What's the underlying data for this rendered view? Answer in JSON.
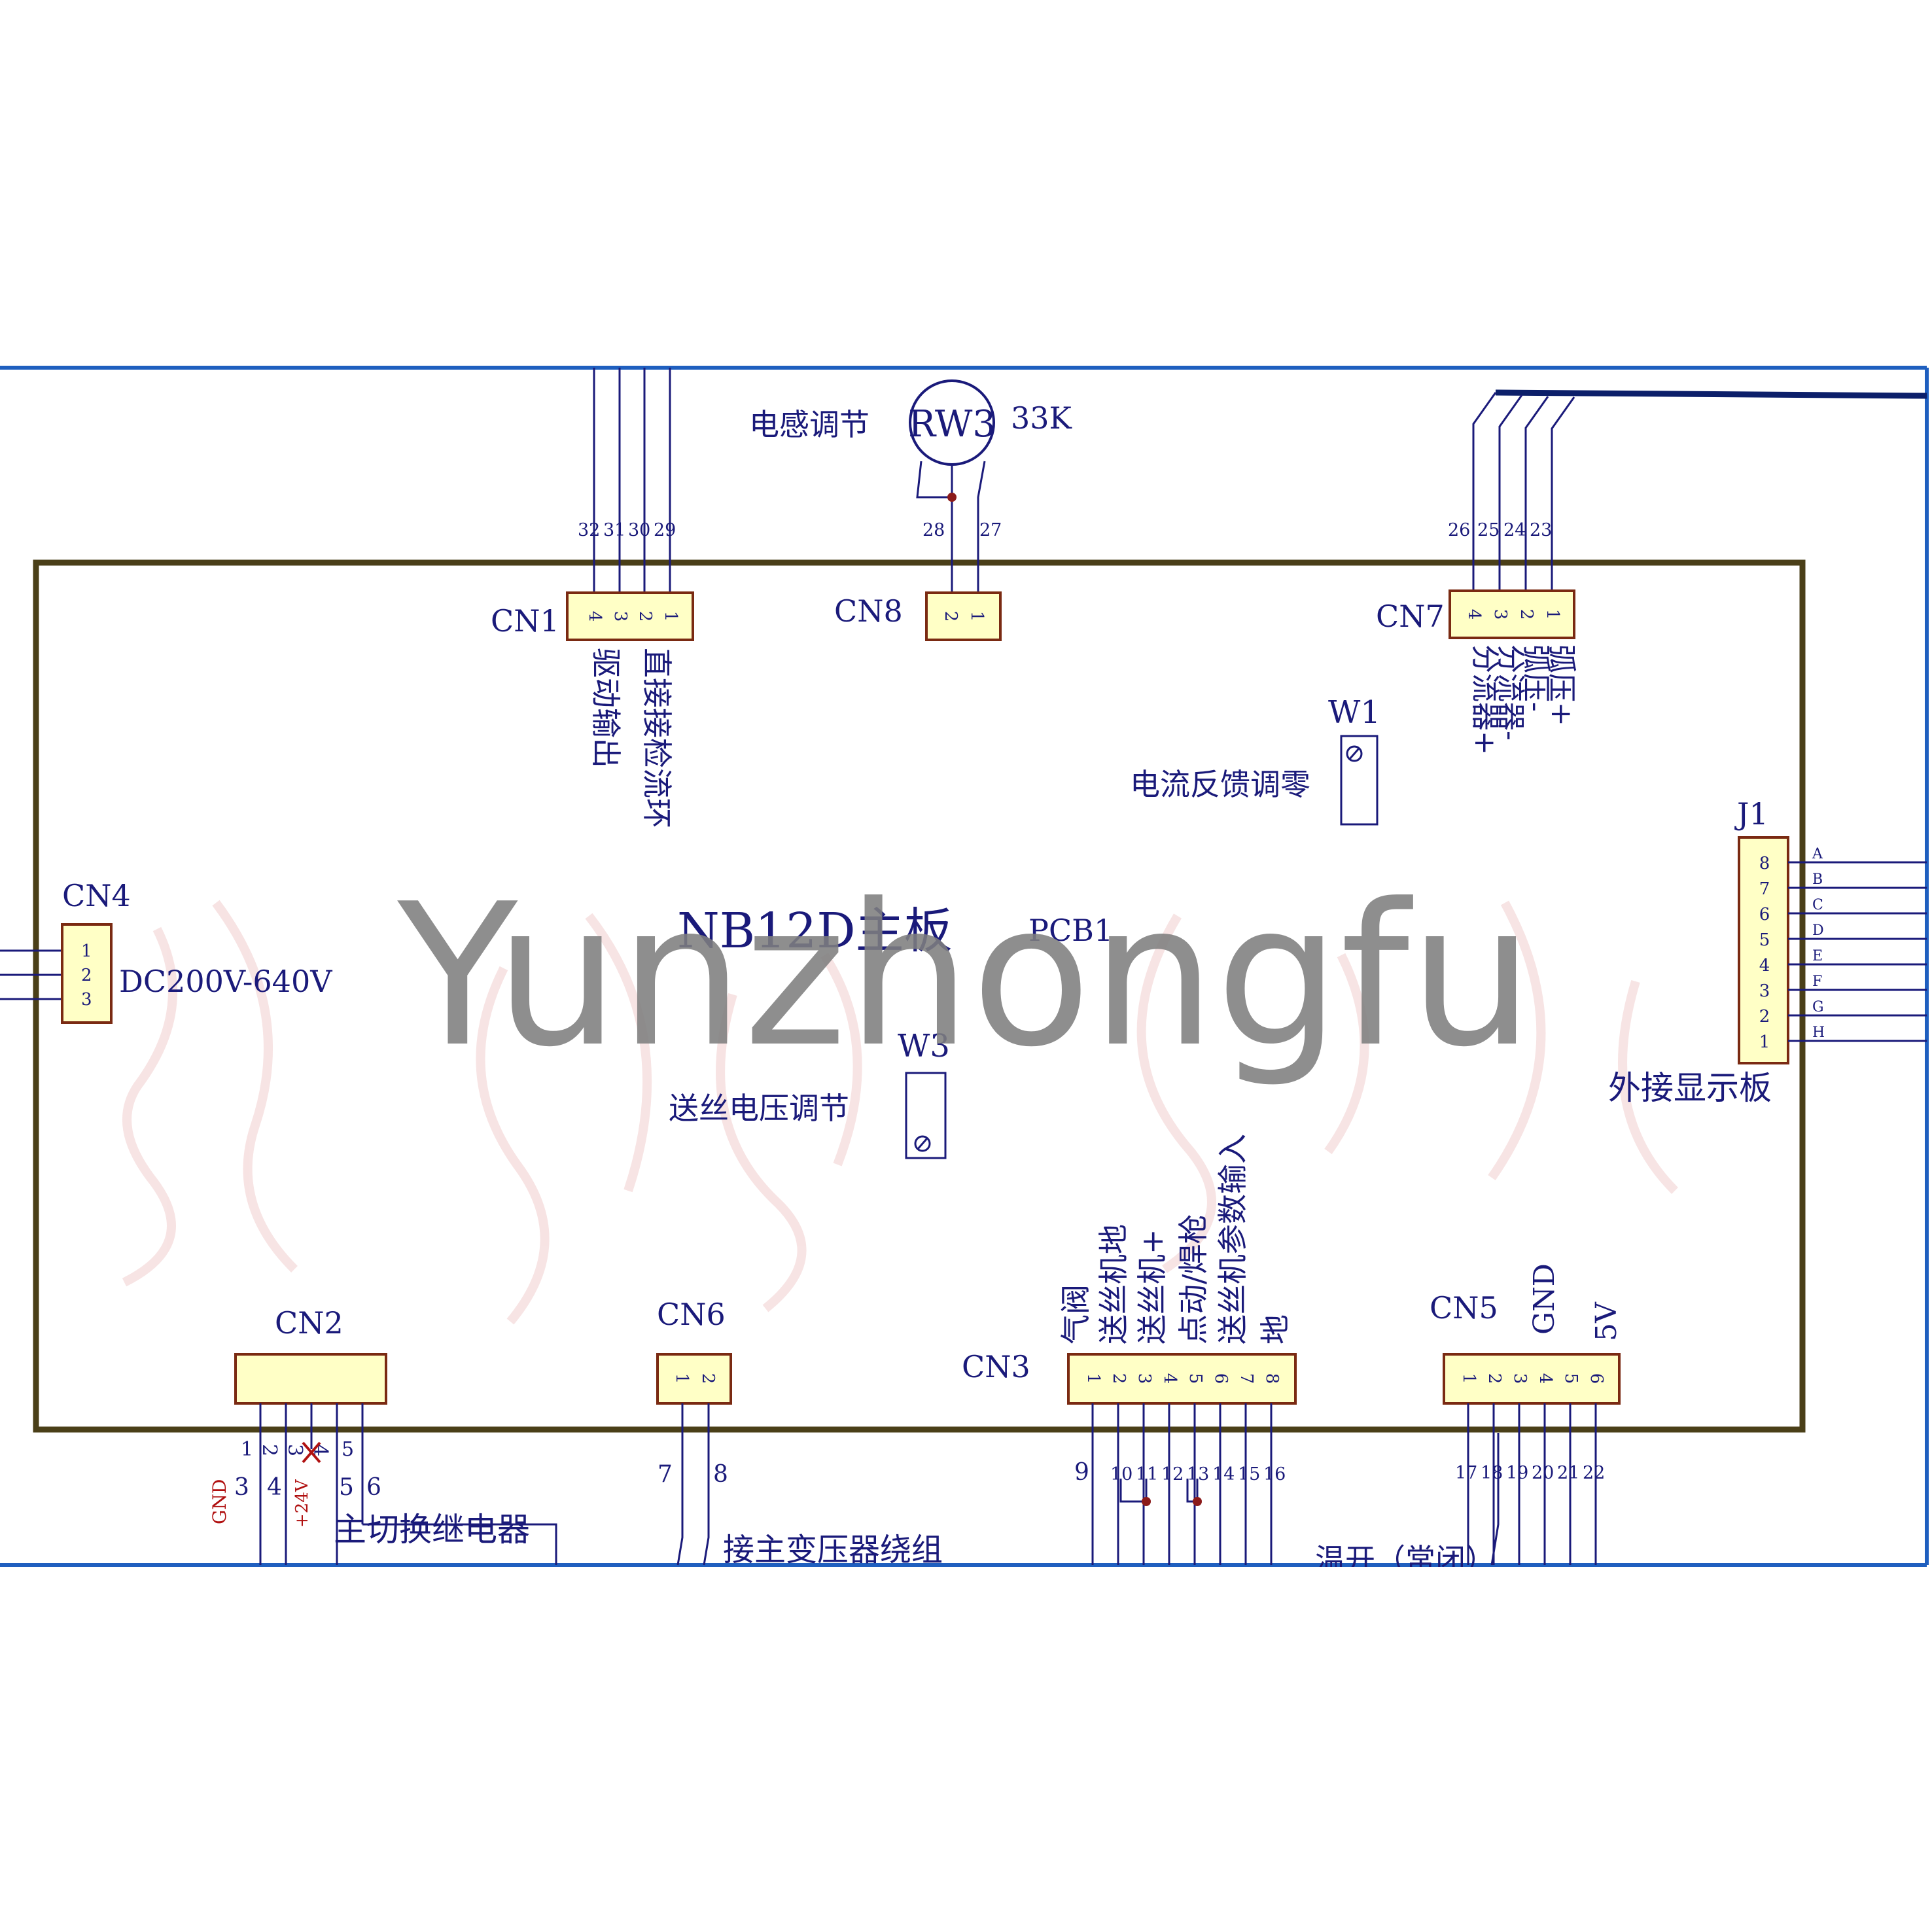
{
  "board": {
    "name": "NB12D主板",
    "ref": "PCB1"
  },
  "watermark": "Yunzhongfu",
  "rw3": {
    "ref": "RW3",
    "value": "33K",
    "function": "电感调节"
  },
  "trimmers": {
    "w1": {
      "ref": "W1",
      "function": "电流反馈调零"
    },
    "w3": {
      "ref": "W3",
      "function": "送丝电压调节"
    }
  },
  "connectors": {
    "cn1": {
      "ref": "CN1",
      "pins": [
        "4",
        "3",
        "2",
        "1"
      ],
      "wires": [
        "32",
        "31",
        "30",
        "29"
      ],
      "labels": [
        "驱动输出",
        "直接接检流环"
      ]
    },
    "cn8": {
      "ref": "CN8",
      "pins": [
        "2",
        "1"
      ],
      "wires": [
        "28",
        "27"
      ]
    },
    "cn7": {
      "ref": "CN7",
      "pins": [
        "4",
        "3",
        "2",
        "1"
      ],
      "wires": [
        "26",
        "25",
        "24",
        "23"
      ],
      "labels": [
        "弧压+",
        "弧压-",
        "分流器-",
        "分流器+"
      ]
    },
    "cn4": {
      "ref": "CN4",
      "pins": [
        "1",
        "2",
        "3"
      ],
      "label": "DC200V-640V"
    },
    "j1": {
      "ref": "J1",
      "pins": [
        "8",
        "7",
        "6",
        "5",
        "4",
        "3",
        "2",
        "1"
      ],
      "letters": [
        "A",
        "B",
        "C",
        "D",
        "E",
        "F",
        "G",
        "H"
      ],
      "label": "外接显示板"
    },
    "cn2": {
      "ref": "CN2",
      "pins": [
        "1",
        "2",
        "3",
        "4",
        "5"
      ],
      "wires": [
        "3",
        "4",
        "5",
        "6"
      ],
      "gnd": "GND",
      "v24": "+24V",
      "relay": "主切换继电器"
    },
    "cn6": {
      "ref": "CN6",
      "pins": [
        "1",
        "2"
      ],
      "wires": [
        "7",
        "8"
      ],
      "label": "接主变压器绕组"
    },
    "cn3": {
      "ref": "CN3",
      "pins": [
        "1",
        "2",
        "3",
        "4",
        "5",
        "6",
        "7",
        "8"
      ],
      "wires": [
        "9",
        "10",
        "11",
        "12",
        "13",
        "14",
        "15",
        "16"
      ],
      "labels": [
        "气阀",
        "送丝机地",
        "送丝机+",
        "点动/焊枪",
        "送丝机参数输入",
        "地"
      ]
    },
    "cn5": {
      "ref": "CN5",
      "pins": [
        "1",
        "2",
        "3",
        "4",
        "5",
        "6"
      ],
      "wires": [
        "17",
        "18",
        "19",
        "20",
        "21",
        "22"
      ],
      "gnd": "GND",
      "v5": "5V",
      "bottom": "温开（常闭）"
    }
  }
}
